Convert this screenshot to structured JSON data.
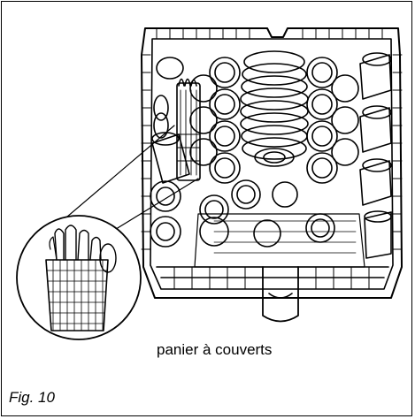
{
  "caption": {
    "basket_label": "panier à couverts",
    "figure_number": "Fig. 10"
  },
  "icons": [
    "dishwasher-rack-illustration",
    "cutlery-basket-detail"
  ]
}
